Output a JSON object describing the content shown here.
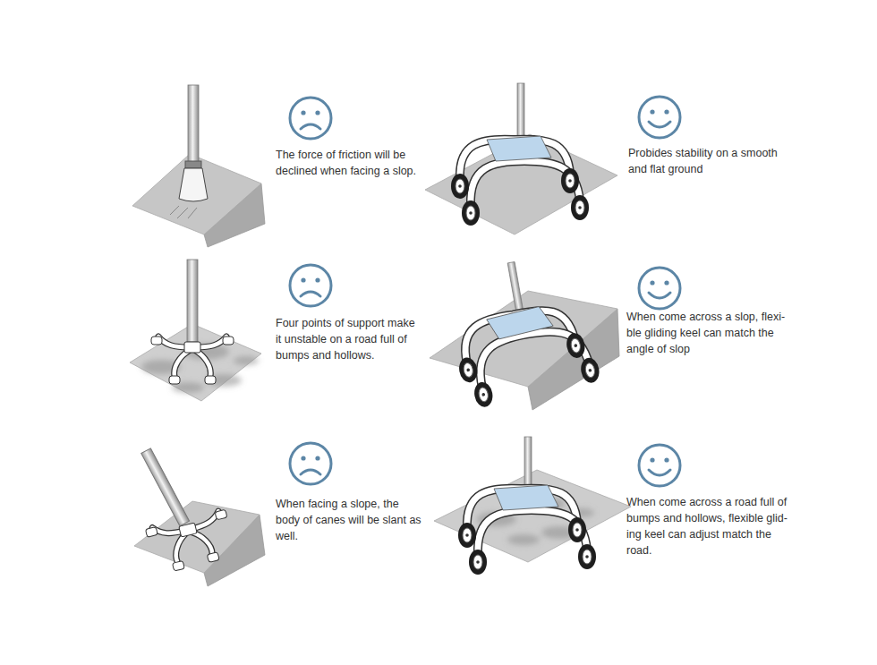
{
  "diagram": {
    "labels": [
      "The force of friction will be declined when facing a slop.",
      "Probides stability on a smooth and flat ground",
      "Four points of support make it unstable on a road full of bumps and hollows.",
      "When come across a slop, flexi- ble gliding keel can match the angle of slop",
      "When facing a slope, the body of canes will be slant as well.",
      "When come across a road full of bumps and hollows, flexible glid- ing keel can adjust match the road."
    ]
  }
}
